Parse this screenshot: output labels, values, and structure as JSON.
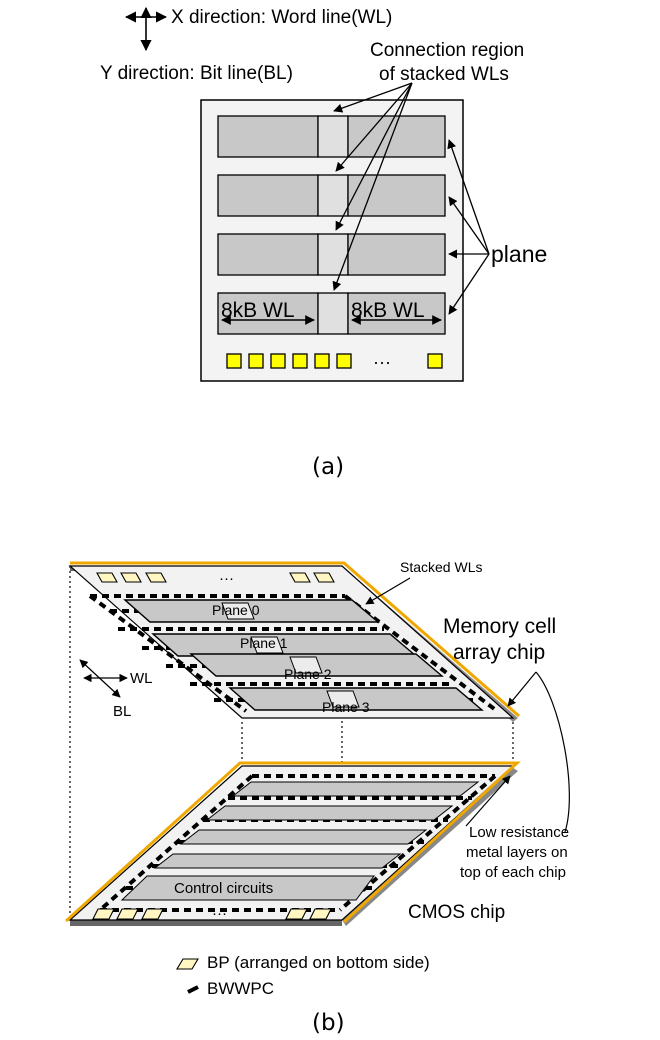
{
  "panel_a": {
    "axis_x_label": "X direction: Word line(WL)",
    "axis_y_label": "Y direction: Bit line(BL)",
    "connection_label_line1": "Connection region",
    "connection_label_line2": "of stacked WLs",
    "plane_label": "plane",
    "wl_label_left": "8kB WL",
    "wl_label_right": "8kB WL",
    "pad_ellipsis": "···",
    "caption": "(a)"
  },
  "panel_b": {
    "stacked_wls_label": "Stacked WLs",
    "plane_labels": [
      "Plane 0",
      "Plane 1",
      "Plane 2",
      "Plane 3"
    ],
    "memory_label_line1": "Memory cell",
    "memory_label_line2": "array chip",
    "wl_axis_label": "WL",
    "bl_axis_label": "BL",
    "low_res_line1": "Low resistance",
    "low_res_line2": "metal layers on",
    "low_res_line3": "top of each chip",
    "control_label": "Control circuits",
    "cmos_label": "CMOS chip",
    "top_ellipsis": "···",
    "bottom_ellipsis": "···",
    "legend_bp": "BP (arranged on bottom side)",
    "legend_bwwpc": "BWWPC",
    "caption": "(b)"
  },
  "colors": {
    "plane_fill": "#c8c8c8",
    "connection_fill": "#e0e0e0",
    "pad_yellow": "#ffff00",
    "pad_cream": "#fff6c2",
    "chip_edge_orange": "#f0a800",
    "chip_surface": "#f2f2f2"
  }
}
